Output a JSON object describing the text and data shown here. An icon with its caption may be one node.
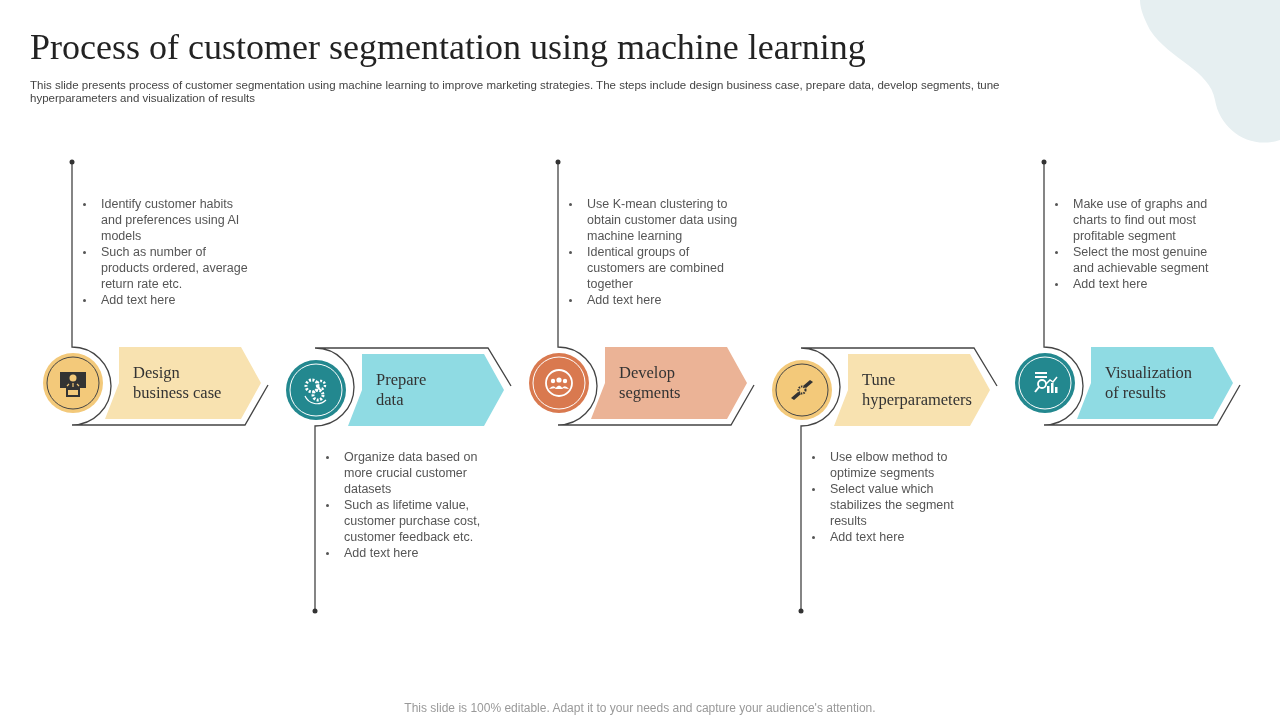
{
  "diagram": {
    "title": "Process of customer segmentation using machine learning",
    "nodes": [
      {
        "text": [
          "Design business case"
        ],
        "beside": [
          "Identify customer habits and preferences using AI models",
          "Such as number of products ordered, average return rate etc.",
          "Add text here"
        ]
      },
      {
        "text": [
          "Prepare data"
        ],
        "beside": [
          "Organize data based on more crucial customer datasets",
          "Such as lifetime value, customer purchase cost, customer feedback etc.",
          "Add text here"
        ]
      },
      {
        "text": [
          "Develop segments"
        ],
        "beside": [
          "Use K-mean clustering to obtain customer data using machine learning",
          "Identical groups of customers are combined together",
          "Add text here"
        ]
      },
      {
        "text": [
          "Tune hyperparameters"
        ],
        "beside": [
          "Use elbow method to optimize segments",
          "Select value which stabilizes the segment results",
          "Add text here"
        ]
      },
      {
        "text": [
          "Visualization of results"
        ],
        "beside": [
          "Make use of graphs and charts to find out most profitable segment",
          "Select the most genuine and achievable segment",
          "Add text here"
        ]
      }
    ],
    "labels": [
      "This slide presents process of customer segmentation using machine learning to improve marketing strategies. The steps include design business case, prepare data, develop segments, tune hyperparameters and visualization of results",
      "This slide is 100% editable. Adapt it to your needs and capture your audience's attention."
    ]
  }
}
